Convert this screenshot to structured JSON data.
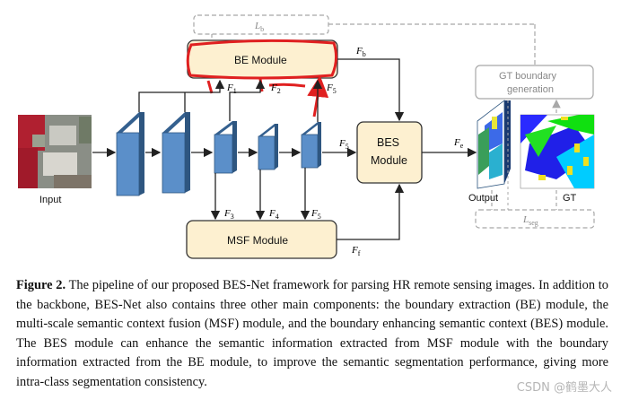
{
  "figure": {
    "be_module": "BE Module",
    "bes_module_line1": "BES",
    "bes_module_line2": "Module",
    "msf_module": "MSF Module",
    "gt_boundary_line1": "GT boundary",
    "gt_boundary_line2": "generation",
    "input_label": "Input",
    "output_label": "Output",
    "gt_label": "GT",
    "loss_b": "L",
    "loss_b_sub": "b",
    "loss_seg": "L",
    "loss_seg_sub": "seg",
    "f1": "F",
    "f1_sub": "1",
    "f2": "F",
    "f2_sub": "2",
    "f3": "F",
    "f3_sub": "3",
    "f4": "F",
    "f4_sub": "4",
    "f5a": "F",
    "f5a_sub": "5",
    "f5b": "F",
    "f5b_sub": "5",
    "f5c": "F",
    "f5c_sub": "5",
    "fb": "F",
    "fb_sub": "b",
    "fe": "F",
    "fe_sub": "e",
    "ff": "F",
    "ff_sub": "f"
  },
  "caption": {
    "label": "Figure 2.",
    "text": " The pipeline of our proposed BES-Net framework for parsing HR remote sensing images. In addition to the backbone, BES-Net also contains three other main components: the boundary extraction (BE) module, the multi-scale semantic context fusion (MSF) module, and the boundary enhancing semantic context (BES) module. The BES module can enhance the semantic information extracted from MSF module with the boundary information extracted from the BE module, to improve the semantic segmentation performance, giving more intra-class segmentation consistency."
  },
  "watermark": "CSDN @鹤墨大人",
  "colors": {
    "module_fill": "#fdf0d0",
    "module_stroke": "#333333",
    "feature_block": "#5b8fc9",
    "feature_block_dark": "#34608f",
    "annotation_red": "#e02020",
    "dashed_gray": "#a8a8a8"
  }
}
